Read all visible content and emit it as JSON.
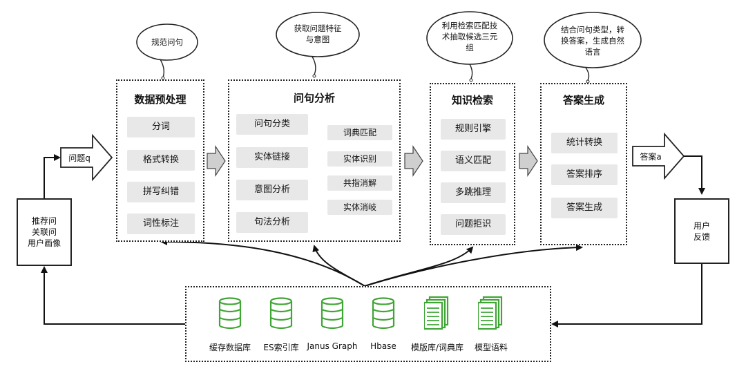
{
  "clouds": {
    "preprocess_note": "规范问句",
    "analysis_note_1": "获取问题特征",
    "analysis_note_2": "与意图",
    "retrieval_note_1": "利用检索匹配技",
    "retrieval_note_2": "术抽取候选三元",
    "retrieval_note_3": "组",
    "generation_note_1": "结合问句类型，转",
    "generation_note_2": "换答案，生成自然",
    "generation_note_3": "语言"
  },
  "stages": {
    "preprocess": {
      "title": "数据预处理",
      "steps": [
        "分词",
        "格式转换",
        "拼写纠错",
        "词性标注"
      ]
    },
    "analysis": {
      "title": "问句分析",
      "steps": [
        "问句分类",
        "实体链接",
        "意图分析",
        "句法分析"
      ],
      "sub_steps": [
        "词典匹配",
        "实体识别",
        "共指消解",
        "实体消岐"
      ]
    },
    "retrieval": {
      "title": "知识检索",
      "steps": [
        "规则引擎",
        "语义匹配",
        "多跳推理",
        "问题拒识"
      ]
    },
    "generation": {
      "title": "答案生成",
      "steps": [
        "统计转换",
        "答案排序",
        "答案生成"
      ]
    }
  },
  "flow": {
    "question_label": "问题q",
    "answer_label": "答案a",
    "recommend_box": [
      "推荐问",
      "关联问",
      "用户画像"
    ],
    "feedback_box": [
      "用户",
      "反馈"
    ]
  },
  "sources": [
    {
      "label": "缓存数据库",
      "icon": "database-icon"
    },
    {
      "label": "ES索引库",
      "icon": "database-icon"
    },
    {
      "label": "Janus Graph",
      "icon": "database-icon"
    },
    {
      "label": "Hbase",
      "icon": "database-icon"
    },
    {
      "label": "模版库/词典库",
      "icon": "document-stack-icon"
    },
    {
      "label": "模型语料",
      "icon": "document-stack-icon"
    }
  ],
  "colors": {
    "source_icon": "#3fa535",
    "step_fill": "#e8e8e8",
    "border": "#222222"
  }
}
